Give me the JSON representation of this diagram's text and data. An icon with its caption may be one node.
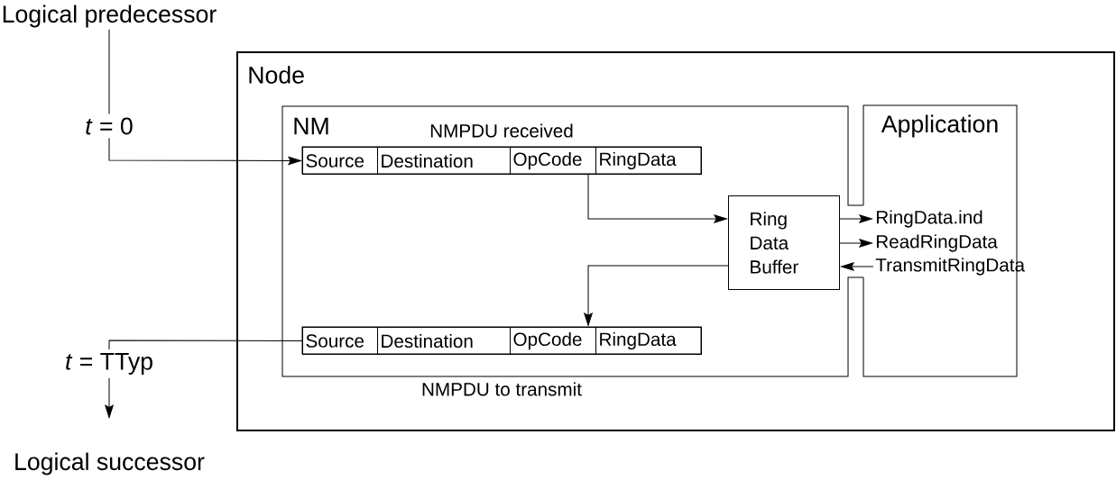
{
  "diagram": {
    "nodes": [
      {
        "text": [
          "Logical predecessor"
        ]
      },
      {
        "text": [
          "Node"
        ]
      },
      {
        "text": [
          "NM"
        ],
        "in": 1
      },
      {
        "text": [
          "NMPDU received"
        ],
        "in": 2
      },
      {
        "text": [
          "Source"
        ],
        "in": 3
      },
      {
        "text": [
          "Destination"
        ],
        "in": 3
      },
      {
        "text": [
          "OpCode"
        ],
        "in": 3
      },
      {
        "text": [
          "RingData"
        ],
        "in": 3
      },
      {
        "text": [
          "Ring Data Buffer"
        ],
        "in": 2
      },
      {
        "text": [
          "NMPDU to transmit"
        ],
        "in": 2
      },
      {
        "text": [
          "Source"
        ],
        "in": 9
      },
      {
        "text": [
          "Destination"
        ],
        "in": 9
      },
      {
        "text": [
          "OpCode"
        ],
        "in": 9
      },
      {
        "text": [
          "RingData"
        ],
        "in": 9
      },
      {
        "text": [
          "Application"
        ],
        "in": 1
      },
      {
        "text": [
          "RingData.ind"
        ],
        "in": 14
      },
      {
        "text": [
          "ReadRingData"
        ],
        "in": 14
      },
      {
        "text": [
          "TransmitRingData"
        ],
        "in": 14
      },
      {
        "text": [
          "Logical successor"
        ]
      }
    ],
    "edges": [
      {
        "from": 0,
        "to": 4,
        "arrow": "to",
        "label": "*t* = 0"
      },
      {
        "from": 6,
        "to": 8,
        "arrow": "to"
      },
      {
        "from": 8,
        "to": 15,
        "arrow": "to"
      },
      {
        "from": 8,
        "to": 16,
        "arrow": "to"
      },
      {
        "from": 17,
        "to": 8,
        "arrow": "to"
      },
      {
        "from": 8,
        "to": 12,
        "arrow": "to"
      },
      {
        "from": 10,
        "to": 18,
        "arrow": "to",
        "label": "*t* = TTyp"
      }
    ]
  }
}
